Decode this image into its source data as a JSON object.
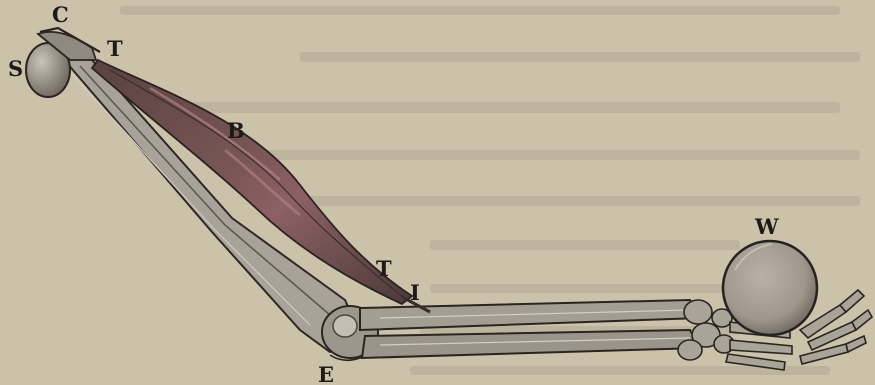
{
  "figure": {
    "labels": {
      "c": "C",
      "s": "S",
      "t_upper": "T",
      "b": "B",
      "t_lower": "T",
      "i": "I",
      "e": "E",
      "w": "W"
    }
  },
  "colors": {
    "paper": "#cbc2aa",
    "ink": "#1d1a17",
    "bone": "#a39d92",
    "muscle": "#6a4f4d",
    "muscle_highlight": "#b9888c",
    "weight": "#aca49a"
  }
}
